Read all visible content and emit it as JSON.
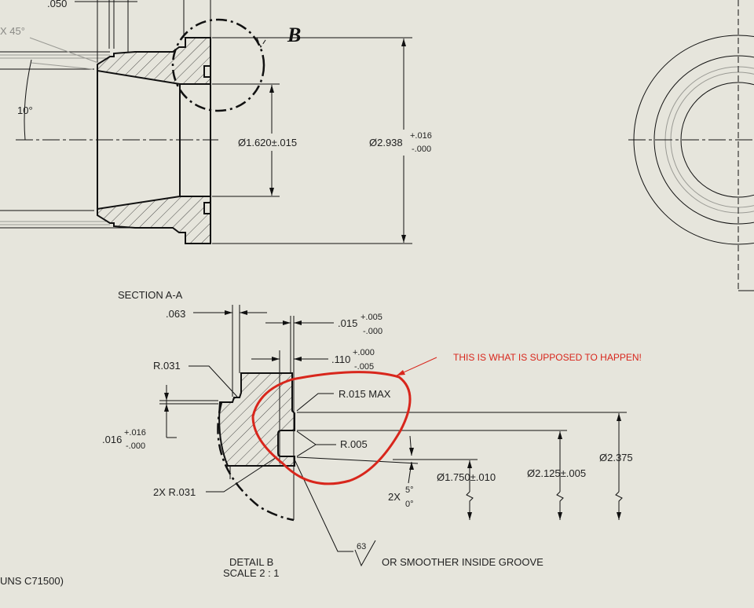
{
  "top_view": {
    "dim_050": ".050",
    "chamfer_note": "X 45°",
    "angle_10": "10°",
    "dia_1620": "Ø1.620±.015",
    "dia_2938": "Ø2.938",
    "dia_2938_plus": "+.016",
    "dia_2938_minus": "-.000",
    "detail_callout": "B"
  },
  "section": {
    "title": "SECTION A-A",
    "dim_063": ".063",
    "dim_015": ".015",
    "dim_015_plus": "+.005",
    "dim_015_minus": "-.000",
    "dim_110": ".110",
    "dim_110_plus": "+.000",
    "dim_110_minus": "-.005",
    "r031": "R.031",
    "dim_016": ".016",
    "dim_016_plus": "+.016",
    "dim_016_minus": "-.000",
    "r031_2x": "2X R.031",
    "r015": "R.015 MAX",
    "r005": "R.005",
    "angle_prefix": "2X",
    "angle_upper": "5°",
    "angle_lower": "0°",
    "dia_1750": "Ø1.750±.010",
    "dia_2125": "Ø2.125±.005",
    "dia_2375": "Ø2.375",
    "finish_value": "63",
    "finish_note": "OR SMOOTHER INSIDE GROOVE",
    "detail_label": "DETAIL B",
    "detail_scale": "SCALE 2 : 1"
  },
  "annotation": {
    "text": "THIS IS WHAT IS SUPPOSED TO HAPPEN!",
    "color": "#d8261c"
  },
  "material_note": "UNS C71500)"
}
